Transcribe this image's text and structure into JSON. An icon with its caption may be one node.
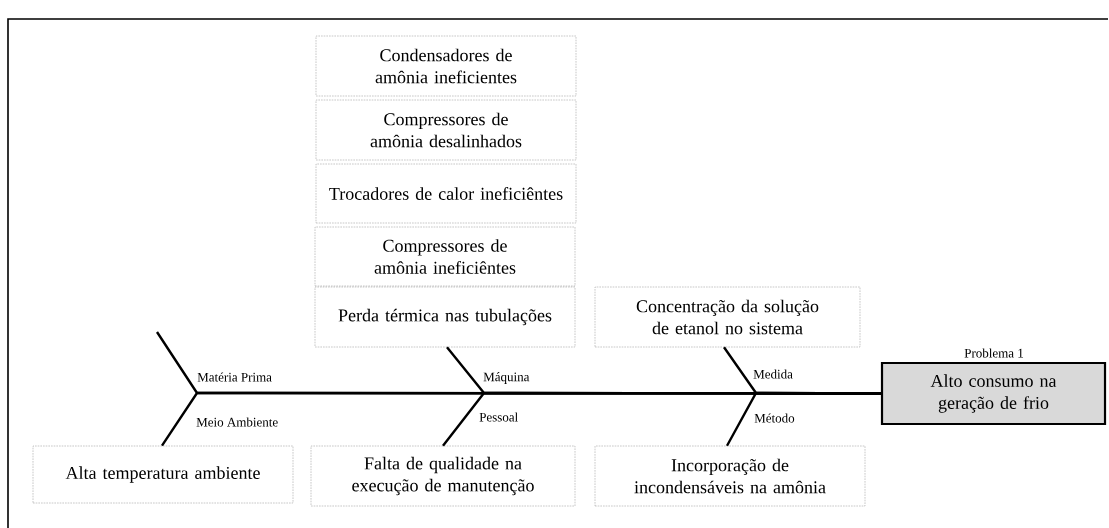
{
  "diagram": {
    "nodes": [
      {
        "text": [
          "Condensadores de amônia ineficientes"
        ]
      },
      {
        "text": [
          "Compressores  de amônia desalinhados"
        ]
      },
      {
        "text": [
          "Trocadores de calor ineficiêntes"
        ]
      },
      {
        "text": [
          "Compressores de amônia ineficiêntes"
        ]
      },
      {
        "text": [
          "Perda térmica nas tubulações"
        ]
      },
      {
        "text": [
          "Concentração da solução de etanol no sistema"
        ]
      },
      {
        "text": [
          "Alto consumo na geração de frio"
        ],
        "beside": [
          "Problema 1"
        ]
      },
      {
        "text": [
          "Alta temperatura ambiente"
        ]
      },
      {
        "text": [
          "Falta de qualidade na execução de manutenção"
        ]
      },
      {
        "text": [
          "Incorporação de incondensáveis na amônia"
        ]
      }
    ],
    "edges": [
      {
        "from": null,
        "to": 6,
        "arrow": "none",
        "label": "Matéria Prima"
      },
      {
        "from": 7,
        "to": 6,
        "arrow": "none",
        "label": "Meio Ambiente"
      },
      {
        "from": 4,
        "to": 6,
        "arrow": "none",
        "label": "Máquina"
      },
      {
        "from": 8,
        "to": 6,
        "arrow": "none",
        "label": "Pessoal"
      },
      {
        "from": 5,
        "to": 6,
        "arrow": "none",
        "label": "Medida"
      },
      {
        "from": 9,
        "to": 6,
        "arrow": "none",
        "label": "Método"
      }
    ]
  }
}
